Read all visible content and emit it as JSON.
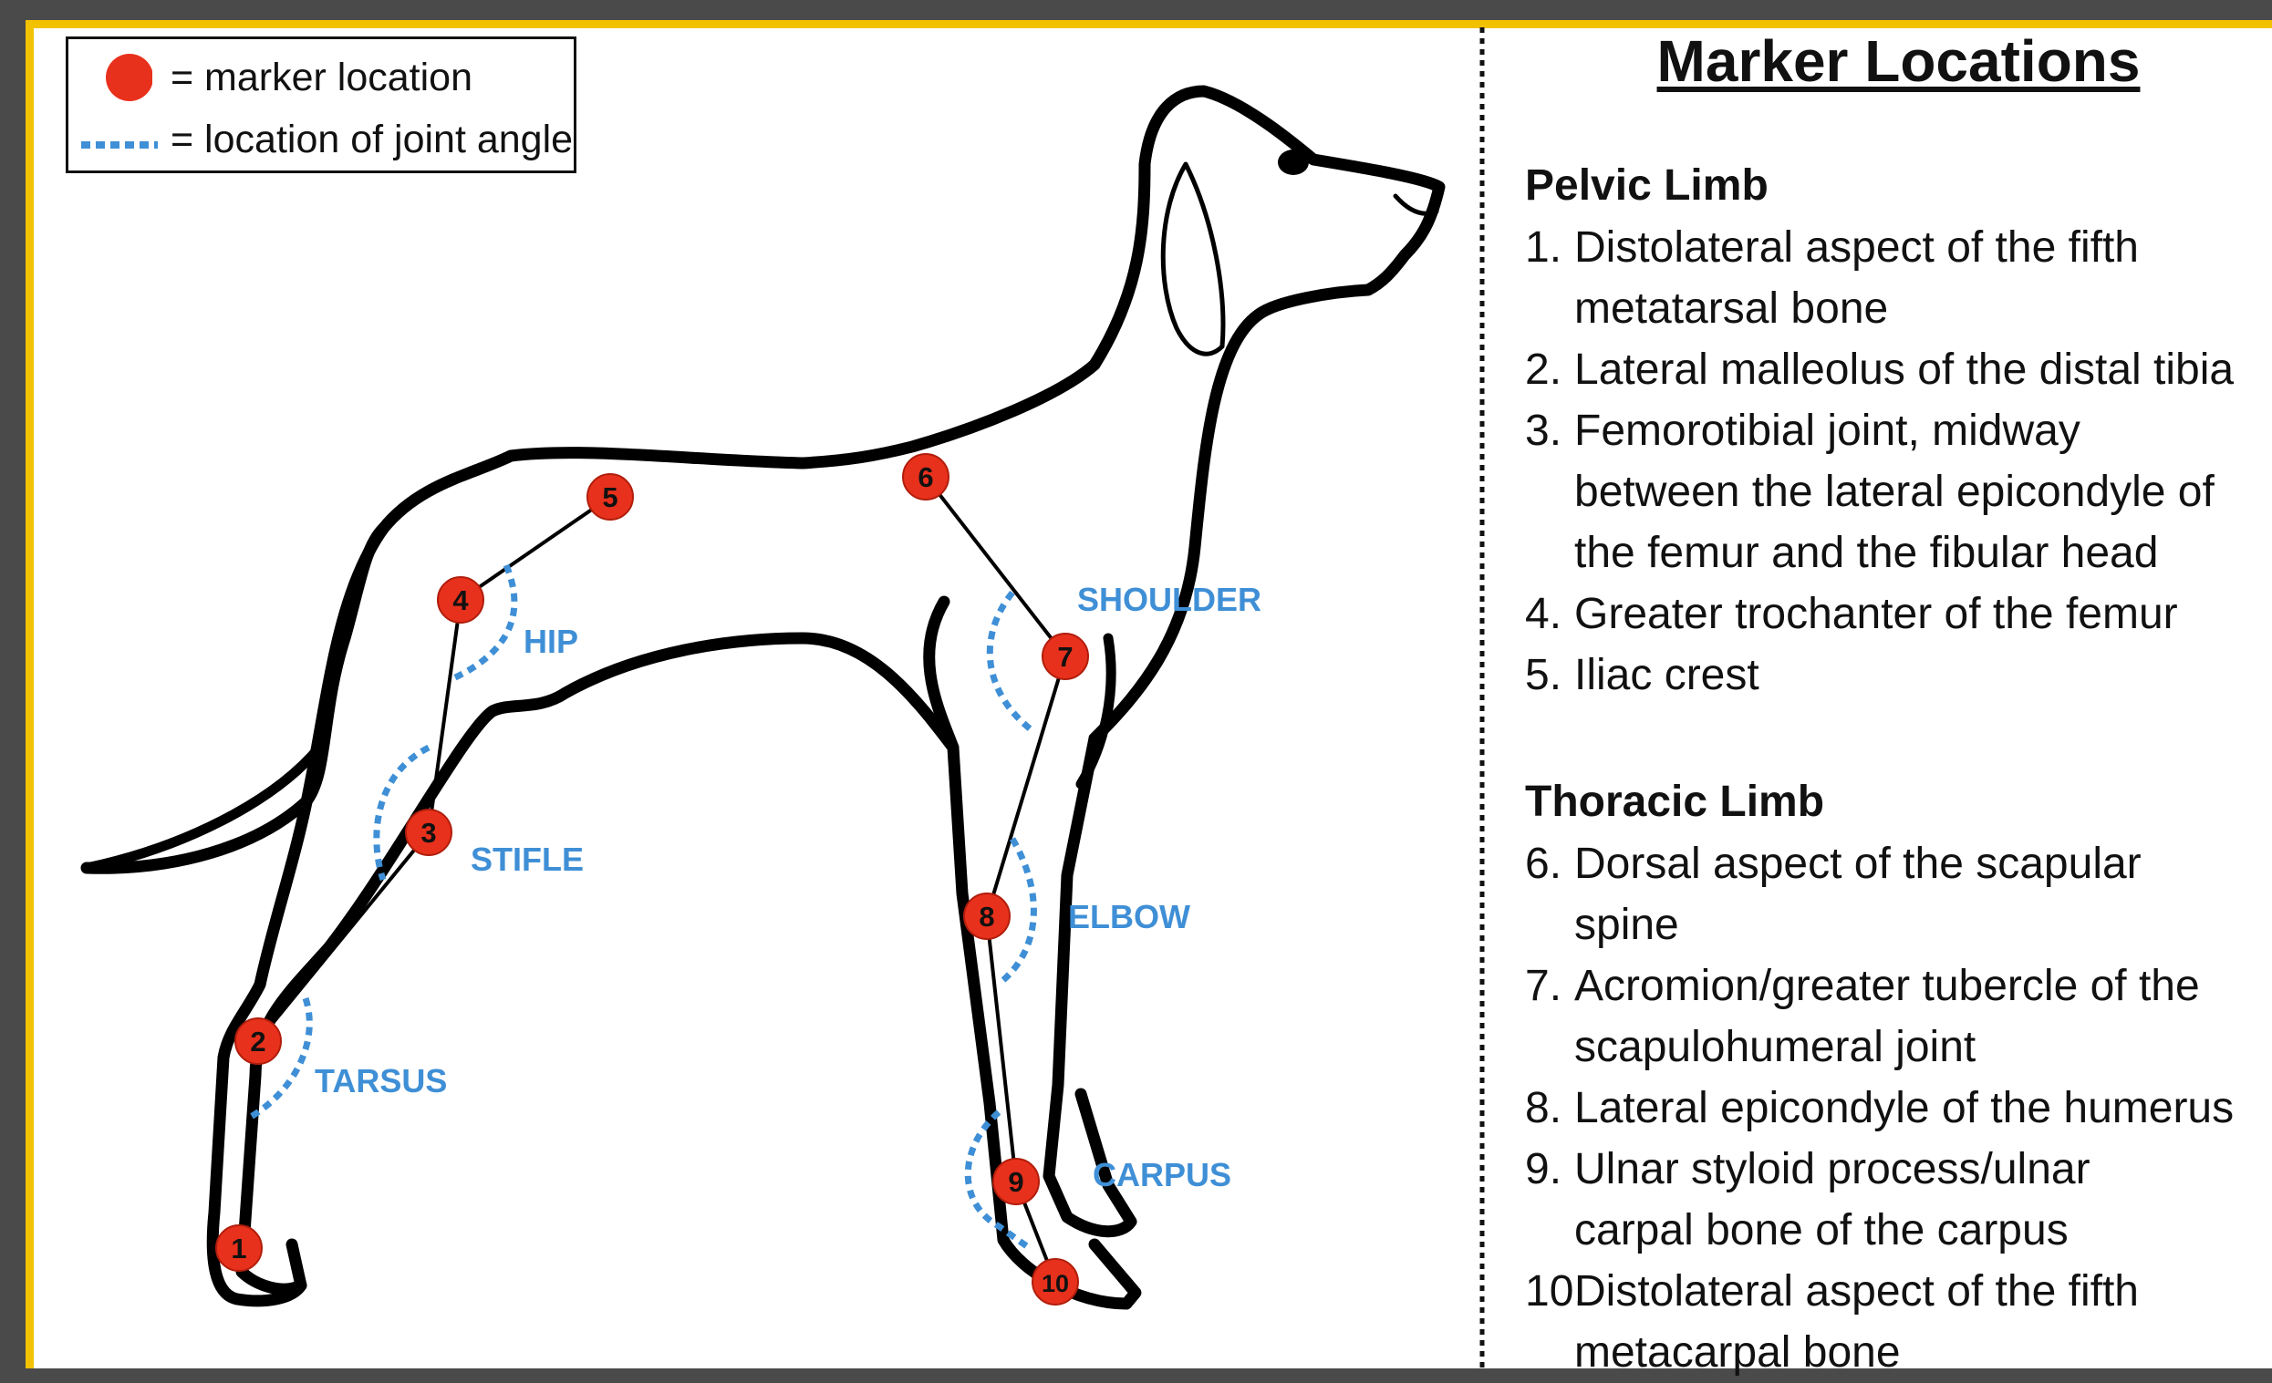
{
  "legend": {
    "marker_label": "= marker location",
    "angle_label": "= location of joint angle",
    "marker_color": "#e8311c",
    "angle_color": "#3f8fd6"
  },
  "diagram": {
    "markers": [
      "1",
      "2",
      "3",
      "4",
      "5",
      "6",
      "7",
      "8",
      "9",
      "10"
    ],
    "joints": [
      "HIP",
      "STIFLE",
      "TARSUS",
      "SHOULDER",
      "ELBOW",
      "CARPUS"
    ]
  },
  "panel": {
    "title": "Marker Locations",
    "pelvic": {
      "title": "Pelvic Limb",
      "items": [
        {
          "num": "1.",
          "lines": [
            "Distolateral aspect of the fifth",
            "metatarsal bone"
          ]
        },
        {
          "num": "2.",
          "lines": [
            "Lateral malleolus of the distal tibia"
          ]
        },
        {
          "num": "3.",
          "lines": [
            "Femorotibial joint, midway",
            "between the lateral epicondyle of",
            "the femur and the fibular head"
          ]
        },
        {
          "num": "4.",
          "lines": [
            "Greater trochanter of the femur"
          ]
        },
        {
          "num": "5.",
          "lines": [
            "Iliac crest"
          ]
        }
      ]
    },
    "thoracic": {
      "title": "Thoracic Limb",
      "items": [
        {
          "num": "6.",
          "lines": [
            "Dorsal aspect of the scapular",
            "spine"
          ]
        },
        {
          "num": "7.",
          "lines": [
            "Acromion/greater tubercle of the",
            "scapulohumeral joint"
          ]
        },
        {
          "num": "8.",
          "lines": [
            "Lateral epicondyle of the humerus"
          ]
        },
        {
          "num": "9.",
          "lines": [
            "Ulnar styloid process/ulnar",
            "carpal bone of the carpus"
          ]
        },
        {
          "num": "10.",
          "lines": [
            "Distolateral aspect of the fifth",
            "metacarpal bone"
          ]
        }
      ]
    }
  }
}
